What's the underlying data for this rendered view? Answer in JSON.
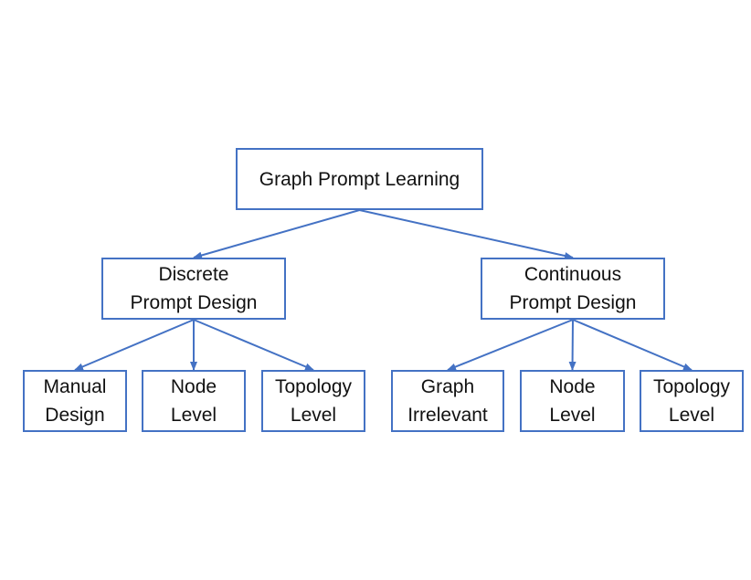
{
  "colors": {
    "stroke": "#4472c4",
    "text": "#111111",
    "background": "#ffffff"
  },
  "nodes": {
    "root": {
      "lines": [
        "Graph Prompt Learning"
      ]
    },
    "discrete": {
      "lines": [
        "Discrete",
        "Prompt Design"
      ]
    },
    "continuous": {
      "lines": [
        "Continuous",
        "Prompt Design"
      ]
    },
    "manual_design": {
      "lines": [
        "Manual",
        "Design"
      ]
    },
    "discrete_node_level": {
      "lines": [
        "Node",
        "Level"
      ]
    },
    "discrete_topology_level": {
      "lines": [
        "Topology",
        "Level"
      ]
    },
    "graph_irrelevant": {
      "lines": [
        "Graph",
        "Irrelevant"
      ]
    },
    "continuous_node_level": {
      "lines": [
        "Node",
        "Level"
      ]
    },
    "continuous_topology_level": {
      "lines": [
        "Topology",
        "Level"
      ]
    }
  },
  "edges": [
    [
      "root",
      "discrete"
    ],
    [
      "root",
      "continuous"
    ],
    [
      "discrete",
      "manual_design"
    ],
    [
      "discrete",
      "discrete_node_level"
    ],
    [
      "discrete",
      "discrete_topology_level"
    ],
    [
      "continuous",
      "graph_irrelevant"
    ],
    [
      "continuous",
      "continuous_node_level"
    ],
    [
      "continuous",
      "continuous_topology_level"
    ]
  ]
}
